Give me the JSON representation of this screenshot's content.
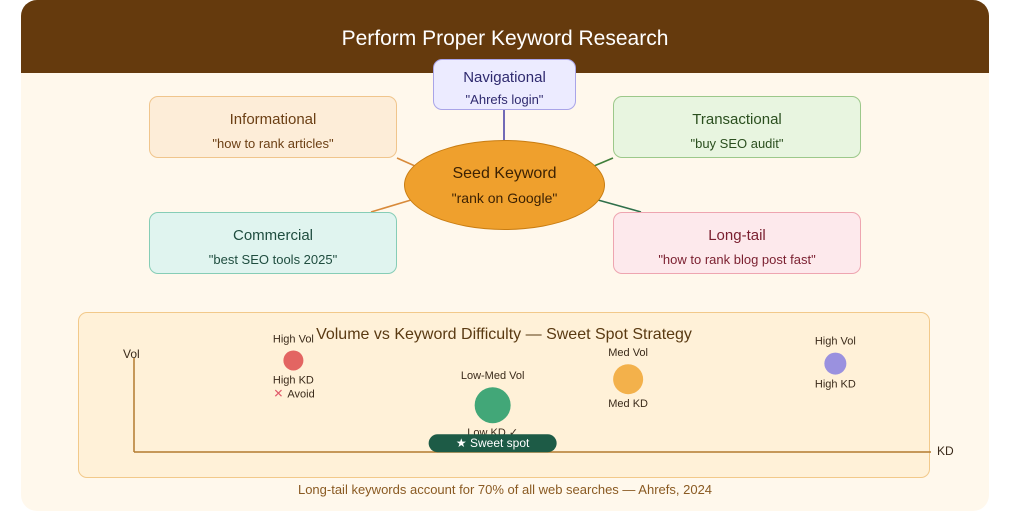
{
  "header": {
    "title": "Perform Proper Keyword Research"
  },
  "seed": {
    "title": "Seed Keyword",
    "example": "\"rank on Google\""
  },
  "intents": {
    "informational": {
      "title": "Informational",
      "example": "\"how to rank articles\""
    },
    "navigational": {
      "title": "Navigational",
      "example": "\"Ahrefs login\""
    },
    "transactional": {
      "title": "Transactional",
      "example": "\"buy SEO audit\""
    },
    "commercial": {
      "title": "Commercial",
      "example": "\"best SEO tools 2025\""
    },
    "longtail": {
      "title": "Long-tail",
      "example": "\"how to rank blog post fast\""
    }
  },
  "colors": {
    "header": "#653a0d",
    "seed": "#efa02d",
    "avoid": "#e05555",
    "sweet": "#2e9e6e",
    "medium": "#f2aa3c",
    "high": "#8f86e0"
  },
  "chart_data": {
    "type": "scatter",
    "title": "Volume vs Keyword Difficulty — Sweet Spot Strategy",
    "xlabel": "KD",
    "ylabel": "Vol",
    "grid": false,
    "points": [
      {
        "label_top": "High Vol",
        "label_bottom": "High KD",
        "note": "Avoid",
        "note_icon": "cross-icon",
        "x": 20,
        "y": 88,
        "size": 10,
        "color": "#e05555"
      },
      {
        "label_top": "Low-Med Vol",
        "label_bottom": "Low KD ✓",
        "note": "★ Sweet spot",
        "x": 45,
        "y": 45,
        "size": 18,
        "color": "#2e9e6e"
      },
      {
        "label_top": "Med Vol",
        "label_bottom": "Med KD",
        "x": 62,
        "y": 70,
        "size": 15,
        "color": "#f2aa3c"
      },
      {
        "label_top": "High Vol",
        "label_bottom": "High KD",
        "x": 88,
        "y": 85,
        "size": 11,
        "color": "#8f86e0"
      }
    ]
  },
  "footnote": "Long-tail keywords account for 70% of all web searches — Ahrefs, 2024"
}
